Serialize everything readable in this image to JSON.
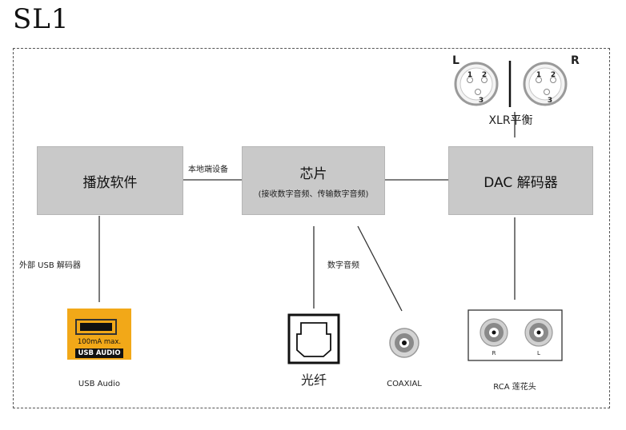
{
  "title": "SL1",
  "boxes": {
    "software": "播放软件",
    "chip": "芯片",
    "chip_sub": "(接收数字音频、传输数字音频)",
    "dac": "DAC 解码器"
  },
  "edge_labels": {
    "local_device": "本地端设备",
    "external_usb": "外部 USB 解码器",
    "digital_audio": "数字音频"
  },
  "connectors": {
    "xlr_left": "L",
    "xlr_right": "R",
    "xlr_pin1": "1",
    "xlr_pin2": "2",
    "xlr_pin3": "3",
    "xlr_label": "XLR平衡",
    "usb_current": "100mA max.",
    "usb_tag": "USB AUDIO",
    "usb_label": "USB Audio",
    "optical_label": "光纤",
    "coaxial_label": "COAXIAL",
    "rca_r": "R",
    "rca_l": "L",
    "rca_label": "RCA 莲花头"
  },
  "colors": {
    "box_fill": "#c9c9c9",
    "usb_orange": "#f2a818",
    "line": "#333333"
  }
}
